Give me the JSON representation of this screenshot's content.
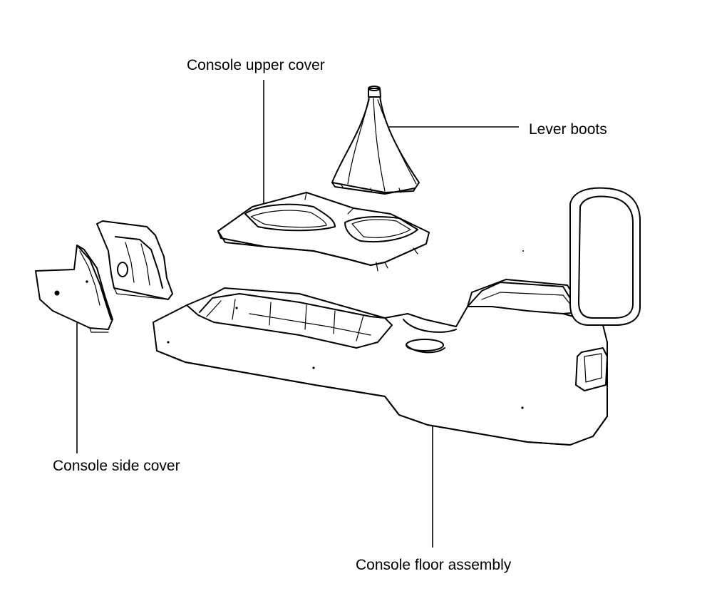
{
  "labels": {
    "console_upper_cover": "Console upper cover",
    "lever_boots": "Lever boots",
    "console_side_cover": "Console side cover",
    "console_floor_assembly": "Console floor assembly"
  }
}
